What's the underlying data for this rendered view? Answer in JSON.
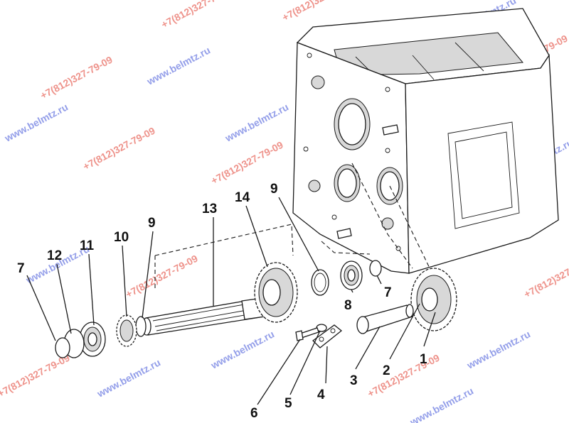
{
  "diagram": {
    "callouts": [
      {
        "id": "c1",
        "text": "1"
      },
      {
        "id": "c2",
        "text": "2"
      },
      {
        "id": "c3",
        "text": "3"
      },
      {
        "id": "c4",
        "text": "4"
      },
      {
        "id": "c5",
        "text": "5"
      },
      {
        "id": "c6",
        "text": "6"
      },
      {
        "id": "c7a",
        "text": "7"
      },
      {
        "id": "c7b",
        "text": "7"
      },
      {
        "id": "c8",
        "text": "8"
      },
      {
        "id": "c9a",
        "text": "9"
      },
      {
        "id": "c9b",
        "text": "9"
      },
      {
        "id": "c10",
        "text": "10"
      },
      {
        "id": "c11",
        "text": "11"
      },
      {
        "id": "c12",
        "text": "12"
      },
      {
        "id": "c13",
        "text": "13"
      },
      {
        "id": "c14",
        "text": "14"
      }
    ],
    "watermarks": {
      "phone": "+7(812)327-79-09",
      "site": "www.belmtz.ru",
      "phone_color": "#e0392b",
      "site_color": "#3b4fd8"
    }
  }
}
